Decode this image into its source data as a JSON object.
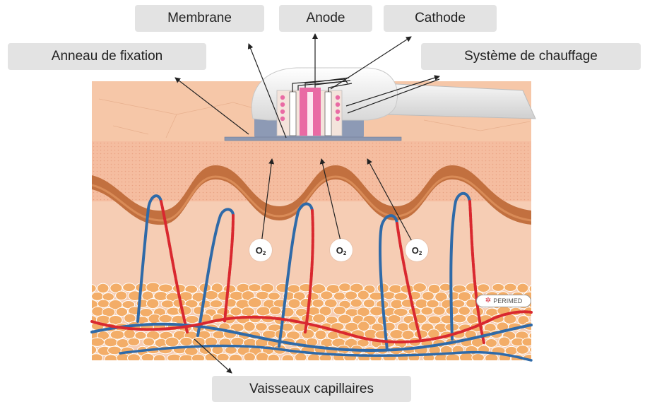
{
  "labels": {
    "membrane": "Membrane",
    "anode": "Anode",
    "cathode": "Cathode",
    "fixation_ring": "Anneau de fixation",
    "heating_system": "Système de chauffage",
    "capillaries": "Vaisseaux capillaires"
  },
  "oxygen": {
    "base": "O",
    "sub": "2"
  },
  "brand": {
    "name": "PERIMED"
  },
  "colors": {
    "skin_surface": "#f6c7a8",
    "epidermis": "#f5bda0",
    "dermal_ridge": "#c2703f",
    "dermis": "#f6cdb4",
    "fat": "#f3ad68",
    "artery": "#d9282f",
    "vein": "#2f6aa8",
    "probe_cap": "#f2f2f2",
    "probe_base": "#8d9ab5",
    "electrode": "#e96aa4",
    "label_bg": "#e3e3e3",
    "brand_icon": "#d82a3a"
  }
}
